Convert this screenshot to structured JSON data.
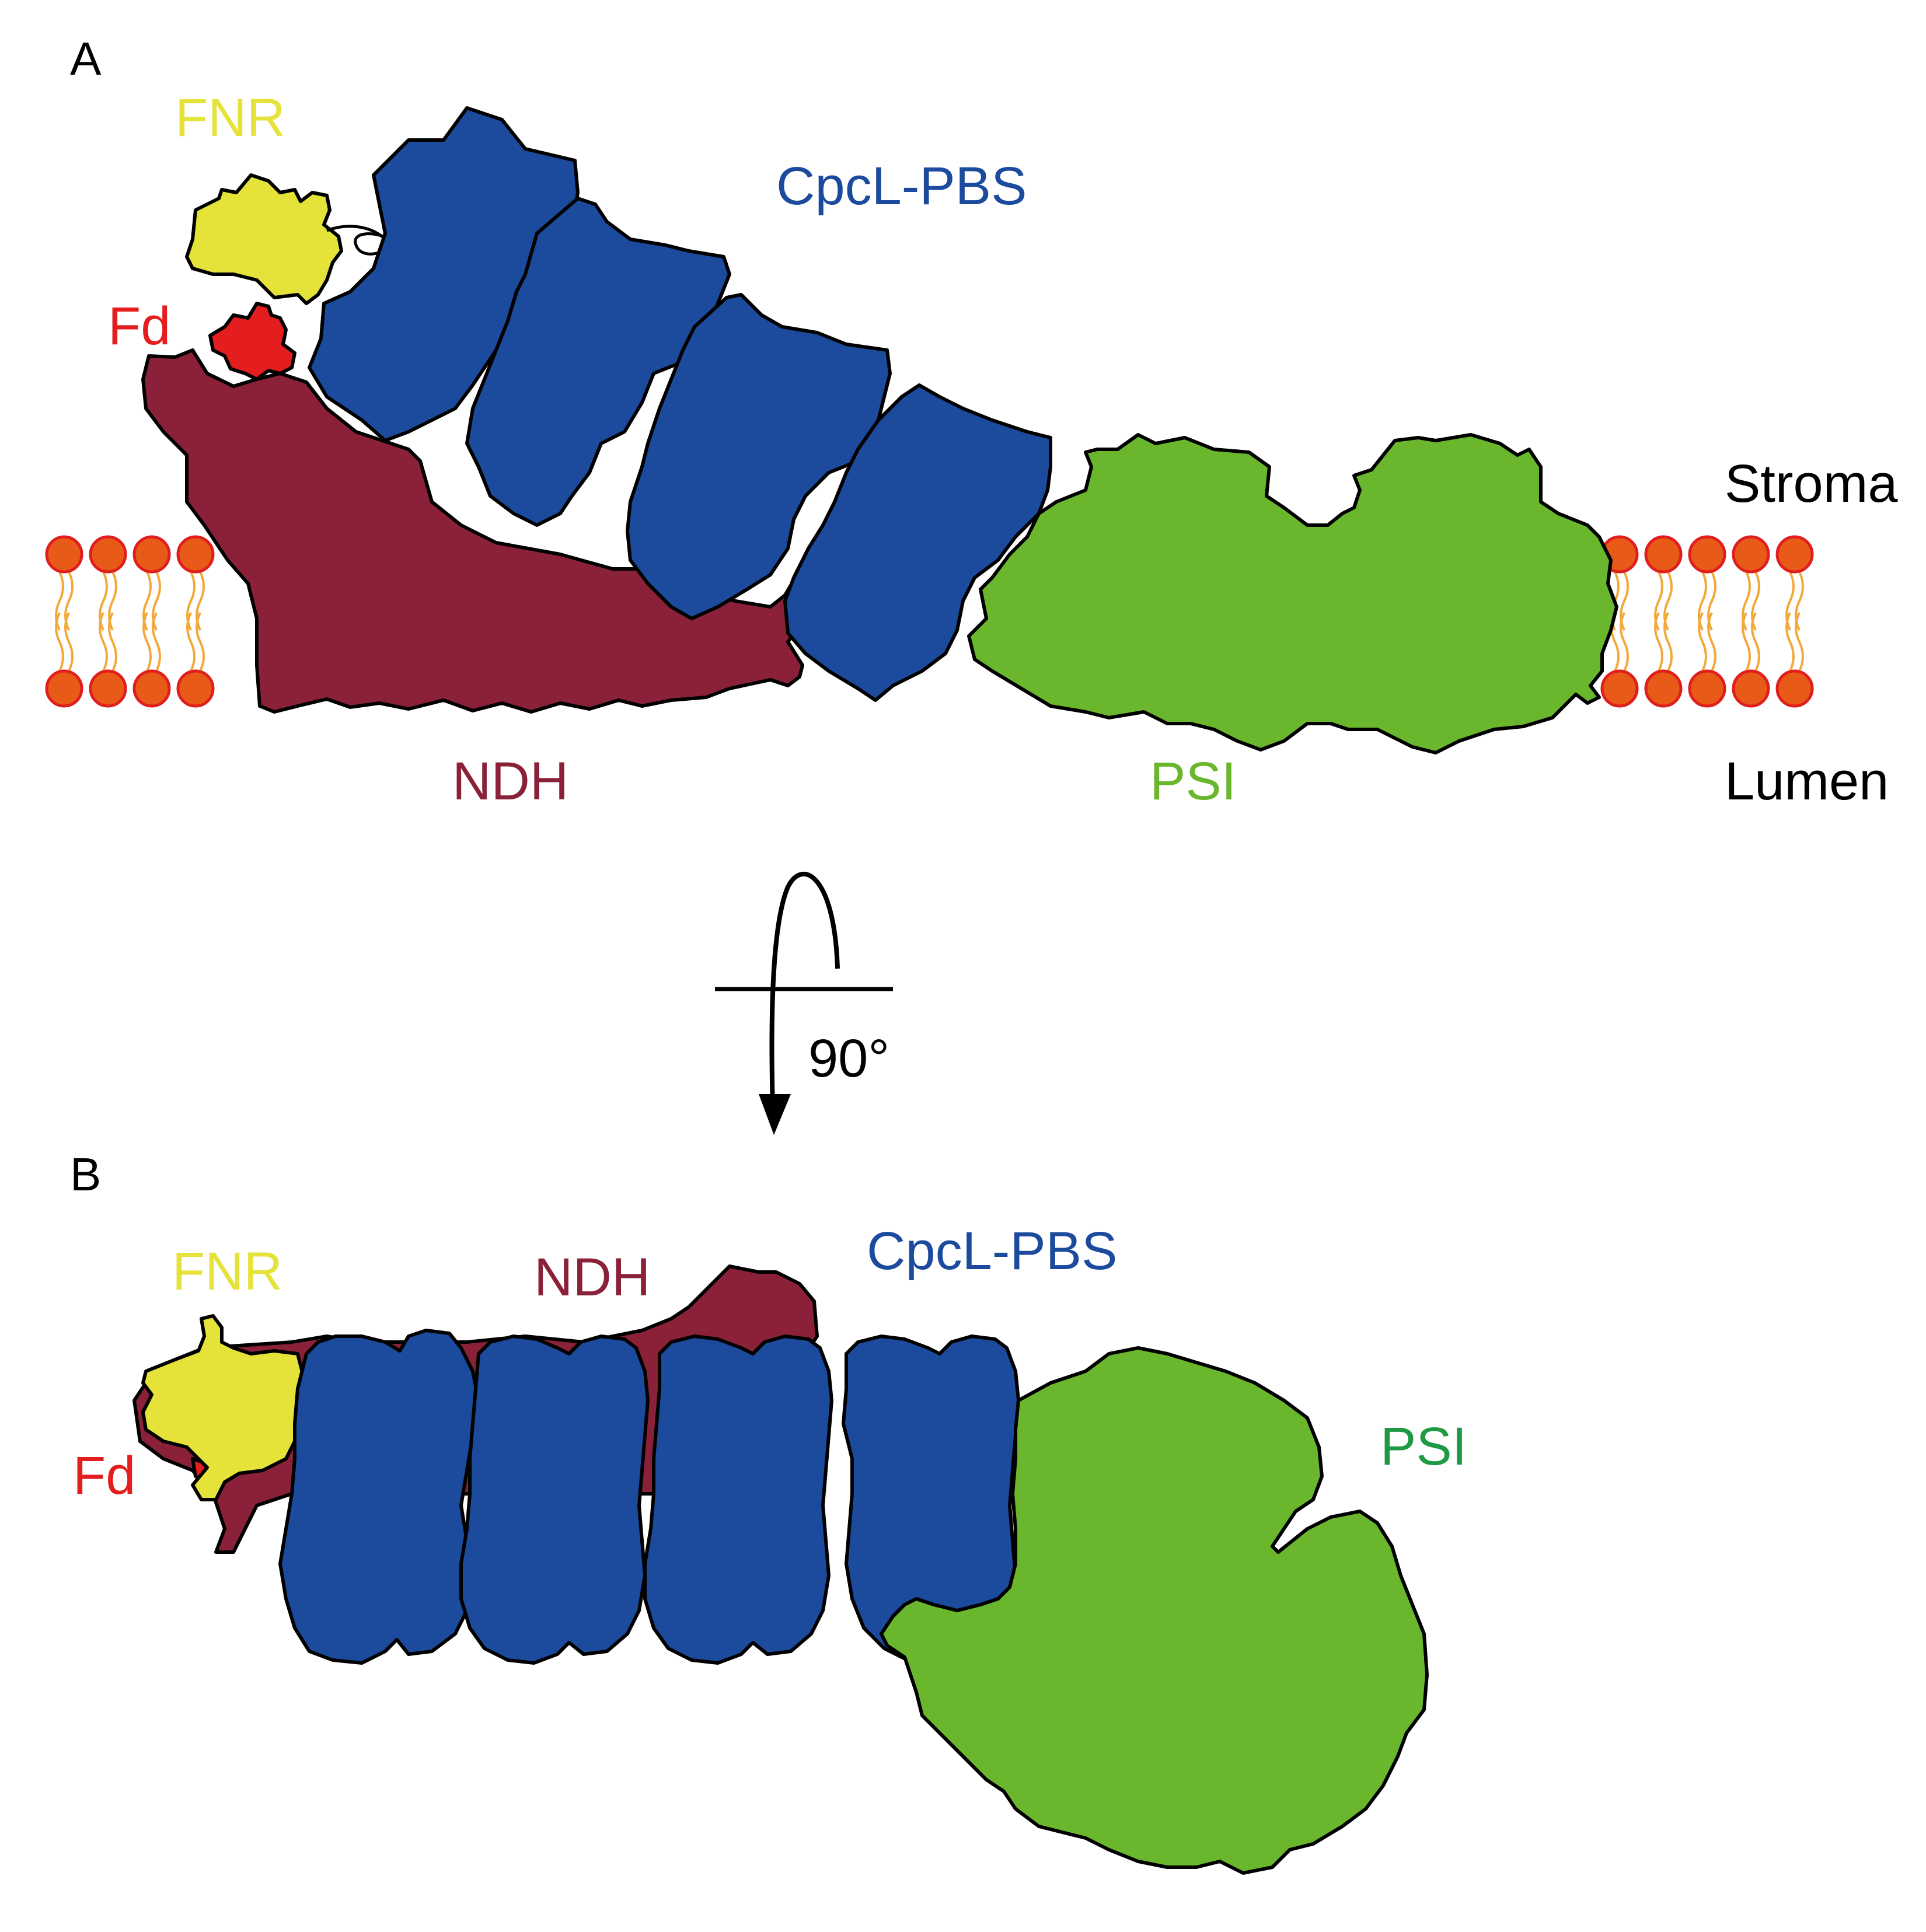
{
  "panel_a": {
    "panel_label": "A",
    "labels": {
      "fnr": "FNR",
      "cpcl_pbs": "CpcL-PBS",
      "fd": "Fd",
      "ndh": "NDH",
      "psi": "PSI",
      "stroma": "Stroma",
      "lumen": "Lumen"
    }
  },
  "rotation": {
    "angle": "90°"
  },
  "panel_b": {
    "panel_label": "B",
    "labels": {
      "fnr": "FNR",
      "ndh": "NDH",
      "cpcl_pbs": "CpcL-PBS",
      "fd": "Fd",
      "psi": "PSI"
    }
  },
  "colors": {
    "fnr": "#e5e33a",
    "fd": "#e41e1e",
    "ndh": "#8a2139",
    "cpcl_pbs": "#1c4a9c",
    "psi": "#6ab72e",
    "psi_label_b": "#1f9a44",
    "lipid_head": "#e85a17",
    "lipid_head_edge": "#e01e1e",
    "lipid_tail": "#f3a83a"
  }
}
